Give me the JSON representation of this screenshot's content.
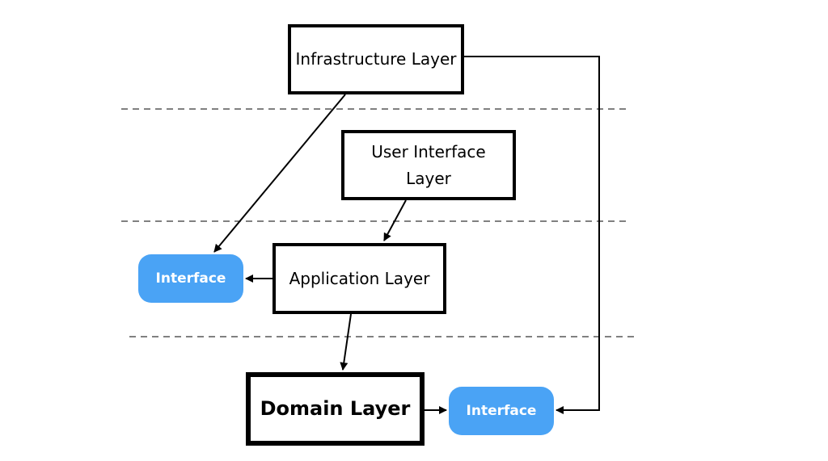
{
  "colors": {
    "interface_fill": "#4AA3F5",
    "stroke": "#000000",
    "background": "#FFFFFF"
  },
  "boxes": {
    "infrastructure": "Infrastructure Layer",
    "user_interface": "User Interface Layer",
    "application": "Application Layer",
    "domain": "Domain Layer"
  },
  "interfaces": {
    "left": "Interface",
    "right": "Interface"
  }
}
